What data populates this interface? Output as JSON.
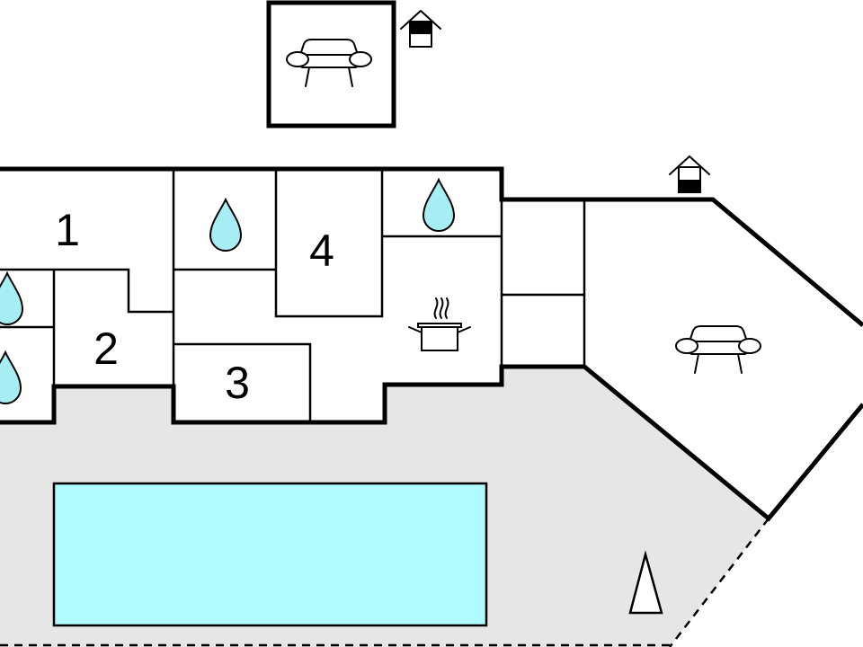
{
  "rooms": [
    {
      "number": "1"
    },
    {
      "number": "2"
    },
    {
      "number": "3"
    },
    {
      "number": "4"
    }
  ],
  "colors": {
    "terrace": "#e6e6e6",
    "pool": "#b0fbff",
    "water_drop": "#a6eef4",
    "wall": "#000000",
    "interior": "#ffffff"
  },
  "icons": [
    "sofa-icon",
    "house-icon",
    "water-drop-icon",
    "cooking-pot-icon",
    "tree-icon"
  ]
}
